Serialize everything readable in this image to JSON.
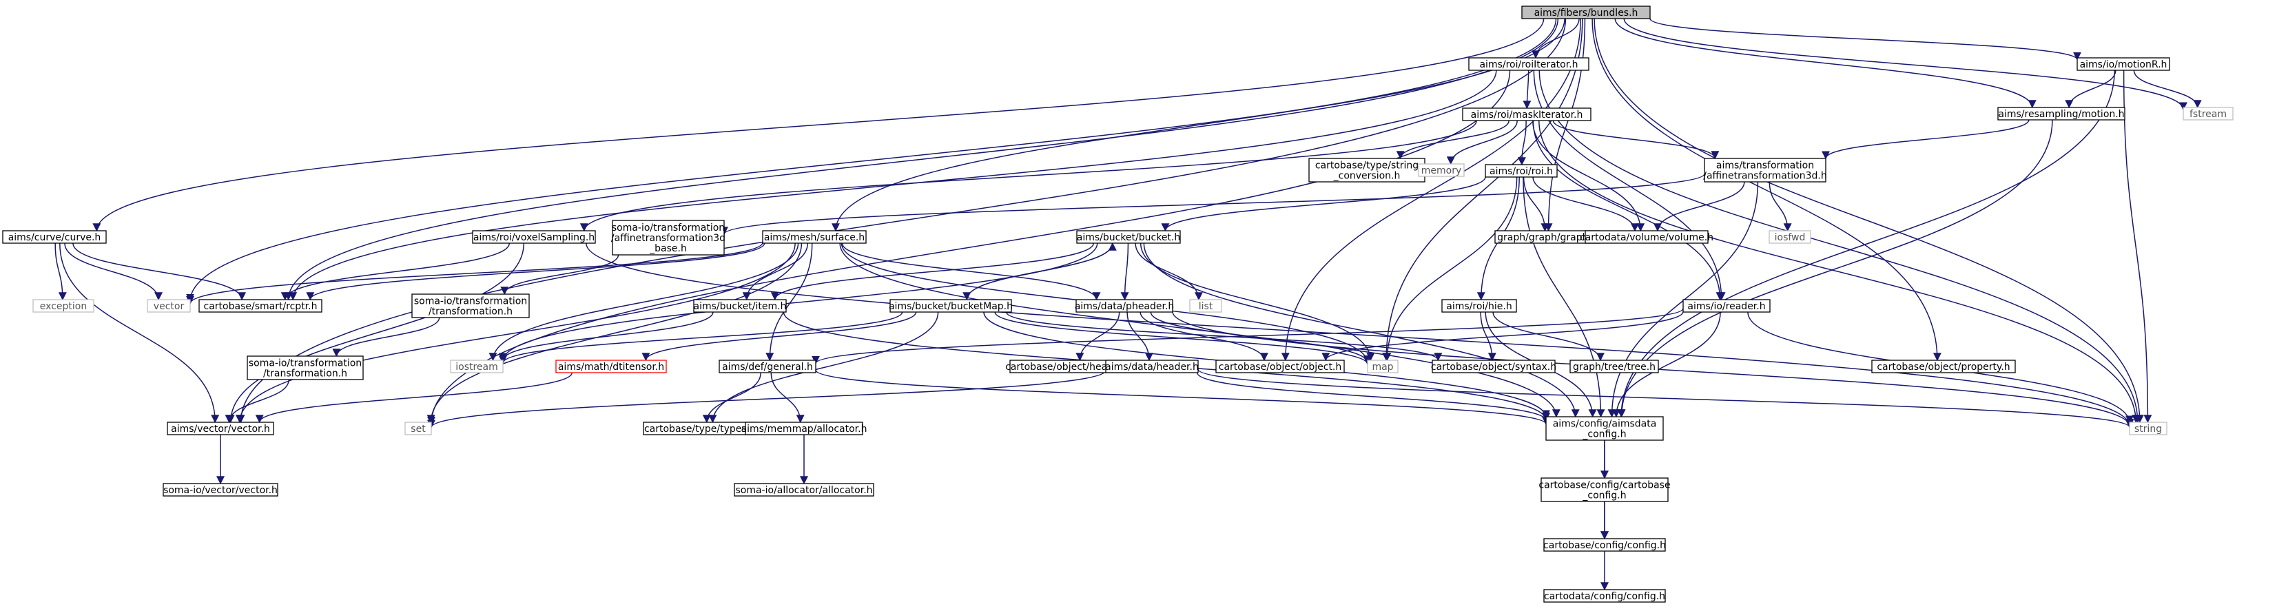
{
  "nodes": [
    {
      "id": "root",
      "lines": [
        "aims/fibers/bundles.h"
      ],
      "kind": "root"
    },
    {
      "id": "roiIterator",
      "lines": [
        "aims/roi/roiIterator.h"
      ]
    },
    {
      "id": "motionR",
      "lines": [
        "aims/io/motionR.h"
      ]
    },
    {
      "id": "curve",
      "lines": [
        "aims/curve/curve.h"
      ]
    },
    {
      "id": "maskIterator",
      "lines": [
        "aims/roi/maskIterator.h"
      ]
    },
    {
      "id": "resampMotion",
      "lines": [
        "aims/resampling/motion.h"
      ]
    },
    {
      "id": "fstream",
      "lines": [
        "fstream"
      ],
      "kind": "ext"
    },
    {
      "id": "typeString",
      "lines": [
        "cartobase/type/string",
        "_conversion.h"
      ]
    },
    {
      "id": "memory",
      "lines": [
        "memory"
      ],
      "kind": "ext"
    },
    {
      "id": "roi",
      "lines": [
        "aims/roi/roi.h"
      ]
    },
    {
      "id": "affine3d",
      "lines": [
        "aims/transformation",
        "/affinetransformation3d.h"
      ]
    },
    {
      "id": "voxelSampling",
      "lines": [
        "aims/roi/voxelSampling.h"
      ]
    },
    {
      "id": "somaAffine",
      "lines": [
        "soma-io/transformation",
        "/affinetransformation3d",
        "_base.h"
      ]
    },
    {
      "id": "surface",
      "lines": [
        "aims/mesh/surface.h"
      ]
    },
    {
      "id": "bucket",
      "lines": [
        "aims/bucket/bucket.h"
      ]
    },
    {
      "id": "graph",
      "lines": [
        "graph/graph/graph.h"
      ]
    },
    {
      "id": "volume",
      "lines": [
        "cartodata/volume/volume.h"
      ]
    },
    {
      "id": "iosfwd",
      "lines": [
        "iosfwd"
      ],
      "kind": "ext"
    },
    {
      "id": "exception",
      "lines": [
        "exception"
      ],
      "kind": "ext"
    },
    {
      "id": "vectorStd",
      "lines": [
        "vector"
      ],
      "kind": "ext"
    },
    {
      "id": "rcptr",
      "lines": [
        "cartobase/smart/rcptr.h"
      ]
    },
    {
      "id": "somaTransf",
      "lines": [
        "soma-io/transformation",
        "/transformation.h"
      ]
    },
    {
      "id": "bucketItem",
      "lines": [
        "aims/bucket/item.h"
      ]
    },
    {
      "id": "bucketMap",
      "lines": [
        "aims/bucket/bucketMap.h"
      ]
    },
    {
      "id": "list",
      "lines": [
        "list"
      ],
      "kind": "ext"
    },
    {
      "id": "pheader",
      "lines": [
        "aims/data/pheader.h"
      ]
    },
    {
      "id": "hie",
      "lines": [
        "aims/roi/hie.h"
      ]
    },
    {
      "id": "reader",
      "lines": [
        "aims/io/reader.h"
      ]
    },
    {
      "id": "somaTransf2",
      "lines": [
        "soma-io/transformation",
        "/transformation.h"
      ]
    },
    {
      "id": "iostream",
      "lines": [
        "iostream"
      ],
      "kind": "ext"
    },
    {
      "id": "dtitensor",
      "lines": [
        "aims/math/dtitensor.h"
      ],
      "kind": "missing"
    },
    {
      "id": "defGeneral",
      "lines": [
        "aims/def/general.h"
      ]
    },
    {
      "id": "headered",
      "lines": [
        "cartobase/object/headered.h"
      ]
    },
    {
      "id": "header",
      "lines": [
        "aims/data/header.h"
      ]
    },
    {
      "id": "object",
      "lines": [
        "cartobase/object/object.h"
      ]
    },
    {
      "id": "map",
      "lines": [
        "map"
      ],
      "kind": "ext"
    },
    {
      "id": "syntax",
      "lines": [
        "cartobase/object/syntax.h"
      ]
    },
    {
      "id": "tree",
      "lines": [
        "graph/tree/tree.h"
      ]
    },
    {
      "id": "property",
      "lines": [
        "cartobase/object/property.h"
      ]
    },
    {
      "id": "aimsVector",
      "lines": [
        "aims/vector/vector.h"
      ]
    },
    {
      "id": "set",
      "lines": [
        "set"
      ],
      "kind": "ext"
    },
    {
      "id": "types",
      "lines": [
        "cartobase/type/types.h"
      ]
    },
    {
      "id": "allocatorH",
      "lines": [
        "aims/memmap/allocator.h"
      ]
    },
    {
      "id": "aimsdataConfig",
      "lines": [
        "aims/config/aimsdata",
        "_config.h"
      ]
    },
    {
      "id": "string",
      "lines": [
        "string"
      ],
      "kind": "ext"
    },
    {
      "id": "somaVector",
      "lines": [
        "soma-io/vector/vector.h"
      ]
    },
    {
      "id": "somaAllocator",
      "lines": [
        "soma-io/allocator/allocator.h"
      ]
    },
    {
      "id": "cbConfigCb",
      "lines": [
        "cartobase/config/cartobase",
        "_config.h"
      ]
    },
    {
      "id": "cbConfig",
      "lines": [
        "cartobase/config/config.h"
      ]
    },
    {
      "id": "cdConfig",
      "lines": [
        "cartodata/config/config.h"
      ]
    }
  ],
  "edges": [
    [
      "root",
      "roiIterator"
    ],
    [
      "root",
      "motionR"
    ],
    [
      "root",
      "curve"
    ],
    [
      "root",
      "surface"
    ],
    [
      "root",
      "vectorStd"
    ],
    [
      "root",
      "rcptr"
    ],
    [
      "root",
      "graph"
    ],
    [
      "root",
      "object"
    ],
    [
      "root",
      "property"
    ],
    [
      "root",
      "resampMotion"
    ],
    [
      "root",
      "fstream"
    ],
    [
      "root",
      "string"
    ],
    [
      "root",
      "aimsVector"
    ],
    [
      "root",
      "map"
    ],
    [
      "roiIterator",
      "maskIterator"
    ],
    [
      "roiIterator",
      "rcptr"
    ],
    [
      "roiIterator",
      "set"
    ],
    [
      "roiIterator",
      "reader"
    ],
    [
      "roiIterator",
      "string"
    ],
    [
      "motionR",
      "resampMotion"
    ],
    [
      "motionR",
      "fstream"
    ],
    [
      "motionR",
      "string"
    ],
    [
      "motionR",
      "aimsdataConfig"
    ],
    [
      "curve",
      "rcptr"
    ],
    [
      "curve",
      "vectorStd"
    ],
    [
      "curve",
      "exception"
    ],
    [
      "curve",
      "aimsVector"
    ],
    [
      "maskIterator",
      "typeString"
    ],
    [
      "maskIterator",
      "memory"
    ],
    [
      "maskIterator",
      "roi"
    ],
    [
      "maskIterator",
      "affine3d"
    ],
    [
      "maskIterator",
      "volume"
    ],
    [
      "maskIterator",
      "voxelSampling"
    ],
    [
      "maskIterator",
      "reader"
    ],
    [
      "maskIterator",
      "string"
    ],
    [
      "resampMotion",
      "affine3d"
    ],
    [
      "resampMotion",
      "aimsdataConfig"
    ],
    [
      "roi",
      "graph"
    ],
    [
      "roi",
      "volume"
    ],
    [
      "roi",
      "bucket"
    ],
    [
      "roi",
      "hie"
    ],
    [
      "roi",
      "map"
    ],
    [
      "roi",
      "aimsdataConfig"
    ],
    [
      "affine3d",
      "somaAffine"
    ],
    [
      "affine3d",
      "volume"
    ],
    [
      "affine3d",
      "iosfwd"
    ],
    [
      "affine3d",
      "aimsdataConfig"
    ],
    [
      "voxelSampling",
      "rcptr"
    ],
    [
      "voxelSampling",
      "aimsVector"
    ],
    [
      "voxelSampling",
      "string"
    ],
    [
      "somaAffine",
      "somaTransf"
    ],
    [
      "somaTransf",
      "somaTransf2"
    ],
    [
      "somaTransf2",
      "aimsVector"
    ],
    [
      "surface",
      "vectorStd"
    ],
    [
      "surface",
      "rcptr"
    ],
    [
      "surface",
      "iostream"
    ],
    [
      "surface",
      "set"
    ],
    [
      "surface",
      "bucketItem"
    ],
    [
      "surface",
      "defGeneral"
    ],
    [
      "surface",
      "pheader"
    ],
    [
      "surface",
      "map"
    ],
    [
      "surface",
      "aimsVector"
    ],
    [
      "surface",
      "aimsdataConfig"
    ],
    [
      "bucket",
      "bucketItem"
    ],
    [
      "bucket",
      "bucketMap"
    ],
    [
      "bucket",
      "list"
    ],
    [
      "bucket",
      "pheader"
    ],
    [
      "bucket",
      "map"
    ],
    [
      "bucket",
      "iostream"
    ],
    [
      "bucket",
      "aimsdataConfig"
    ],
    [
      "bucketItem",
      "iostream"
    ],
    [
      "bucketItem",
      "aimsdataConfig"
    ],
    [
      "bucketMap",
      "bucket"
    ],
    [
      "bucketMap",
      "dtitensor"
    ],
    [
      "bucketMap",
      "map"
    ],
    [
      "bucketMap",
      "iostream"
    ],
    [
      "bucketMap",
      "types"
    ],
    [
      "bucketMap",
      "aimsdataConfig"
    ],
    [
      "bucketMap",
      "syntax"
    ],
    [
      "pheader",
      "header"
    ],
    [
      "pheader",
      "headered"
    ],
    [
      "pheader",
      "object"
    ],
    [
      "pheader",
      "map"
    ],
    [
      "pheader",
      "string"
    ],
    [
      "hie",
      "syntax"
    ],
    [
      "hie",
      "tree"
    ],
    [
      "hie",
      "aimsdataConfig"
    ],
    [
      "reader",
      "object"
    ],
    [
      "reader",
      "defGeneral"
    ],
    [
      "reader",
      "aimsdataConfig"
    ],
    [
      "reader",
      "string"
    ],
    [
      "dtitensor",
      "aimsVector"
    ],
    [
      "defGeneral",
      "types"
    ],
    [
      "defGeneral",
      "allocatorH"
    ],
    [
      "defGeneral",
      "aimsdataConfig"
    ],
    [
      "header",
      "aimsdataConfig"
    ],
    [
      "header",
      "set"
    ],
    [
      "header",
      "string"
    ],
    [
      "allocatorH",
      "somaAllocator"
    ],
    [
      "aimsdataConfig",
      "cbConfigCb"
    ],
    [
      "aimsdataConfig",
      "cbConfig"
    ],
    [
      "cbConfigCb",
      "cbConfig"
    ],
    [
      "cbConfig",
      "cdConfig"
    ],
    [
      "aimsVector",
      "somaVector"
    ]
  ]
}
